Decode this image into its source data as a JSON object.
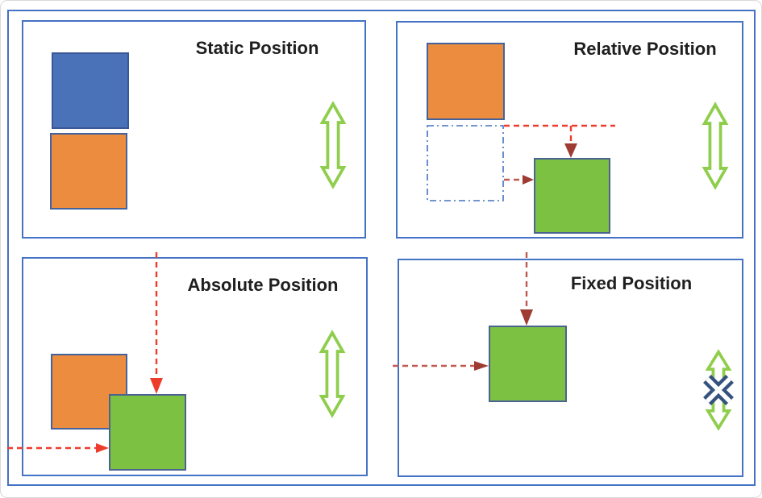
{
  "diagram": {
    "title_hint": "CSS position types diagram",
    "panels": [
      {
        "id": "static",
        "title": "Static Position"
      },
      {
        "id": "relative",
        "title": "Relative Position"
      },
      {
        "id": "absolute",
        "title": "Absolute Position"
      },
      {
        "id": "fixed",
        "title": "Fixed Position"
      }
    ]
  },
  "icons": {
    "vertical_scroll_arrow": "⇕ outlined green double-headed vertical arrow (page scrolls)",
    "no_vertical_scroll": "✕ navy cross over scroll arrow (no scrolling effect)",
    "offset_arrow": "red dashed arrow showing element offset",
    "ghost_box": "dash-dot outline marking original element position"
  },
  "colors": {
    "background": "#FFFFFF",
    "page_edge": "#D9D9D9",
    "frame_border": "#4472C4",
    "panel_border": "#4472C4",
    "title_text": "#1F1F1F",
    "blue_box_fill": "#4A72B8",
    "blue_box_border": "#3A5795",
    "orange_box_fill": "#EC8C3E",
    "orange_box_border": "#44639C",
    "green_box_fill": "#7CC142",
    "green_box_border": "#4A6390",
    "ghost_box_border": "#4472C4",
    "scroll_arrow": "#8FCE4C",
    "red_bright": "#EE3C2C",
    "red_brick": "#C05A50",
    "arrowhead_dark": "#9E3B33",
    "no_scroll_cross": "#35527E"
  }
}
